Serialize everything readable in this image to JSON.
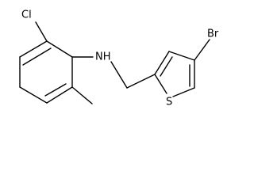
{
  "molecule": {
    "atoms": {
      "chlorine": "Cl",
      "amine": "NH",
      "sulfur": "S",
      "bromine": "Br"
    }
  }
}
